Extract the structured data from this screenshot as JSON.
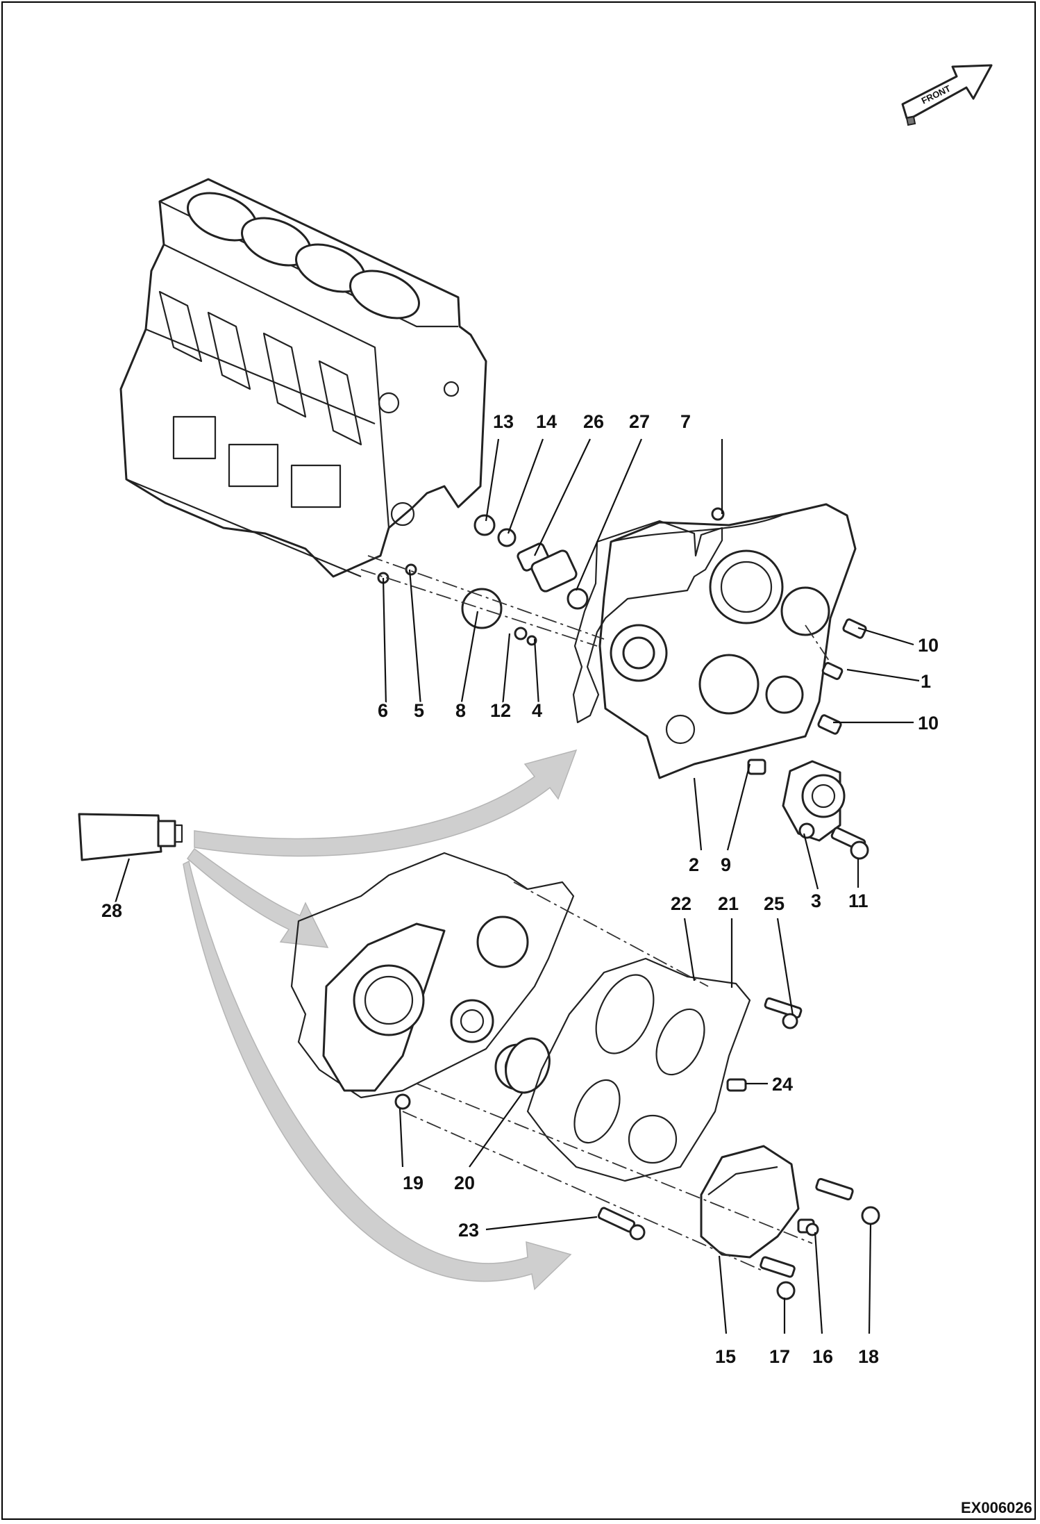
{
  "front_label": "FRONT",
  "drawing_code": "EX006026",
  "callouts": [
    "1",
    "2",
    "3",
    "4",
    "5",
    "6",
    "7",
    "8",
    "9",
    "10",
    "10",
    "11",
    "12",
    "13",
    "14",
    "15",
    "16",
    "17",
    "18",
    "19",
    "20",
    "21",
    "22",
    "23",
    "24",
    "25",
    "26",
    "27",
    "28"
  ]
}
